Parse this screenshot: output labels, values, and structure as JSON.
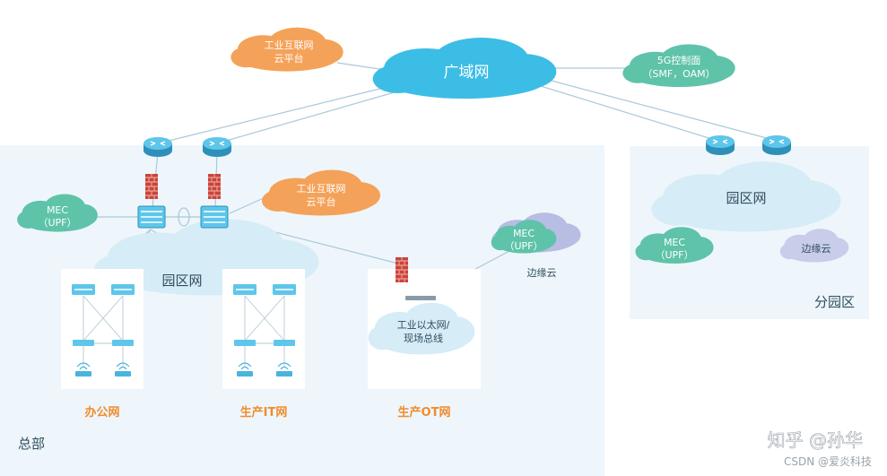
{
  "clouds": {
    "wan": "广域网",
    "iot_platform_top": [
      "工业互联网",
      "云平台"
    ],
    "control_5g": [
      "5G控制面",
      "（SMF，OAM）"
    ],
    "iot_platform_mid": [
      "工业互联网",
      "云平台"
    ],
    "mec_left": [
      "MEC",
      "（UPF）"
    ],
    "campus_hq": "园区网",
    "mec_edge": [
      "MEC",
      "（UPF）"
    ],
    "edge_cloud_label": "边缘云",
    "ethernet_field": [
      "工业以太网/",
      "现场总线"
    ],
    "campus_branch": "园区网",
    "mec_branch": [
      "MEC",
      "（UPF）"
    ],
    "edge_cloud_branch": "边缘云"
  },
  "areas": {
    "hq": "总部",
    "branch": "分园区"
  },
  "sub_networks": {
    "office": "办公网",
    "prod_it": "生产IT网",
    "prod_ot": "生产OT网"
  },
  "watermarks": {
    "zhihu": "知乎 @孙华",
    "csdn": "CSDN @爱炎科技"
  },
  "colors": {
    "blue_cloud": "#3bbde6",
    "orange_cloud": "#f4a259",
    "green_cloud": "#5ec3a9",
    "light_cloud": "#d6ecf7",
    "lilac_cloud": "#c9cdea",
    "area_bg": "#eef6fb",
    "label_orange": "#f08c2e",
    "router": "#4ab5dc",
    "firewall": "#d24c3a"
  }
}
